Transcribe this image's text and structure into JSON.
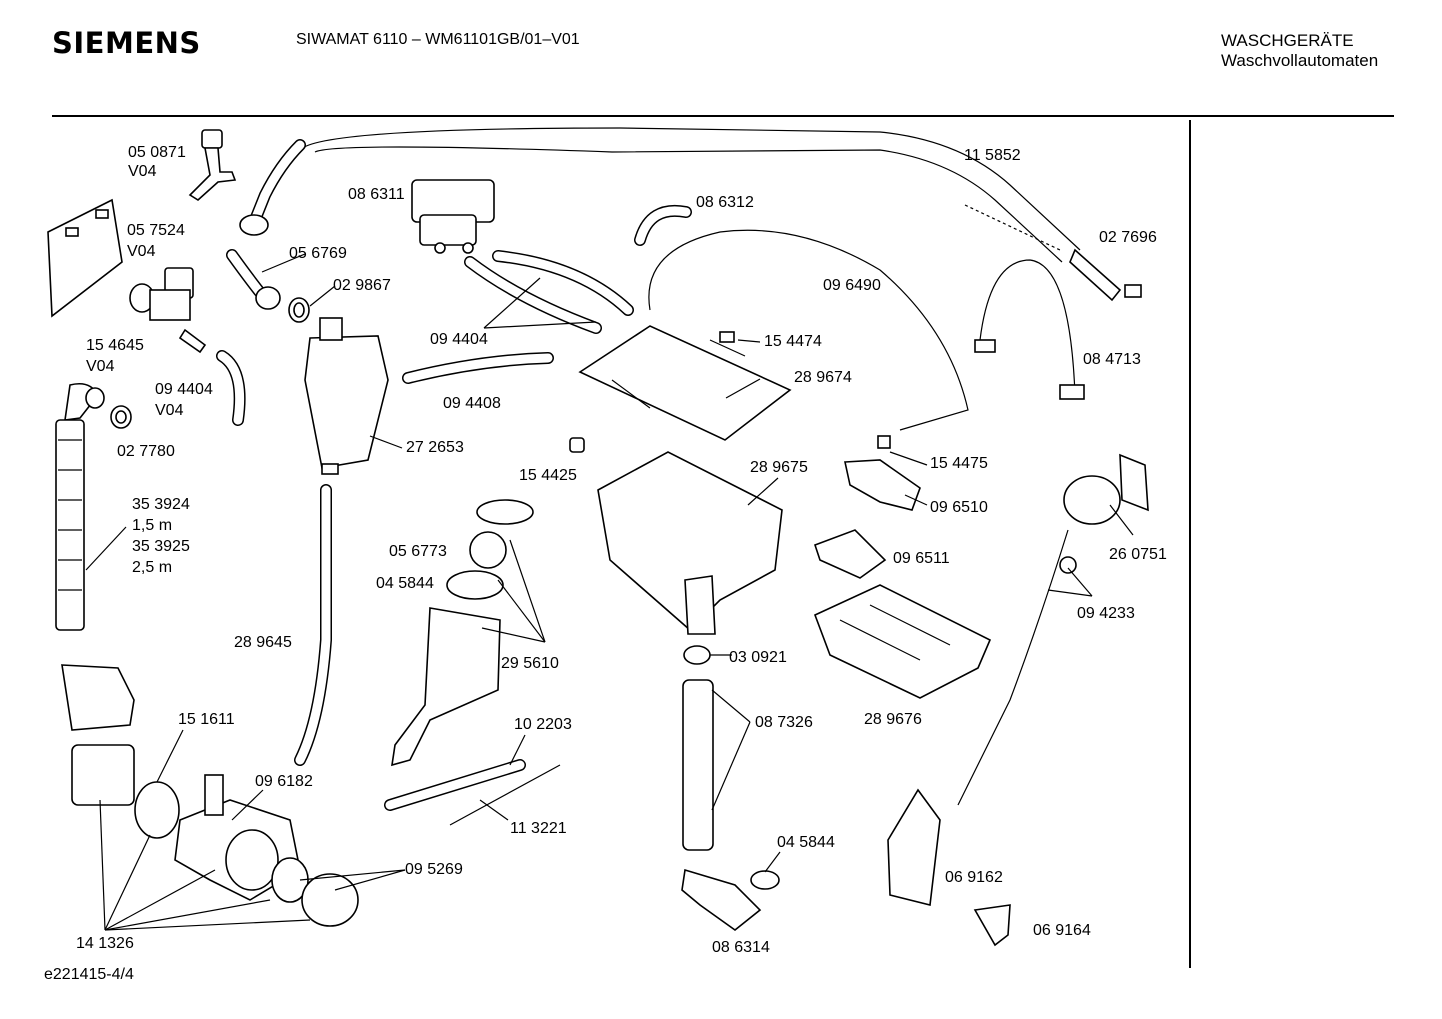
{
  "header": {
    "brand": "SIEMENS",
    "model": "SIWAMAT 6110 – WM61101GB/01–V01",
    "category": "WASCHGERÄTE",
    "subcategory": "Waschvollautomaten"
  },
  "footer": {
    "sheet_id": "e221415-4/4"
  },
  "parts": [
    {
      "id": "p050871",
      "number": "05 0871"
    },
    {
      "id": "p050871v",
      "number": "V04"
    },
    {
      "id": "p057524",
      "number": "05 7524"
    },
    {
      "id": "p057524v",
      "number": "V04"
    },
    {
      "id": "p154645",
      "number": "15 4645"
    },
    {
      "id": "p154645v",
      "number": "V04"
    },
    {
      "id": "p056769",
      "number": "05 6769"
    },
    {
      "id": "p029867",
      "number": "02 9867"
    },
    {
      "id": "p086311",
      "number": "08 6311"
    },
    {
      "id": "p094404a",
      "number": "09 4404"
    },
    {
      "id": "p094404b",
      "number": "09 4404"
    },
    {
      "id": "p094404bv",
      "number": "V04"
    },
    {
      "id": "p027780",
      "number": "02 7780"
    },
    {
      "id": "p353924",
      "number": "35 3924"
    },
    {
      "id": "p353924len",
      "number": "1,5 m"
    },
    {
      "id": "p353925",
      "number": "35 3925"
    },
    {
      "id": "p353925len",
      "number": "2,5 m"
    },
    {
      "id": "p094408",
      "number": "09 4408"
    },
    {
      "id": "p272653",
      "number": "27 2653"
    },
    {
      "id": "p154425",
      "number": "15 4425"
    },
    {
      "id": "p115852",
      "number": "11 5852"
    },
    {
      "id": "p086312",
      "number": "08 6312"
    },
    {
      "id": "p027696",
      "number": "02 7696"
    },
    {
      "id": "p096490",
      "number": "09 6490"
    },
    {
      "id": "p154474",
      "number": "15 4474"
    },
    {
      "id": "p289674",
      "number": "28 9674"
    },
    {
      "id": "p084713",
      "number": "08 4713"
    },
    {
      "id": "p289675",
      "number": "28 9675"
    },
    {
      "id": "p154475",
      "number": "15 4475"
    },
    {
      "id": "p096510",
      "number": "09 6510"
    },
    {
      "id": "p096511",
      "number": "09 6511"
    },
    {
      "id": "p260751",
      "number": "26 0751"
    },
    {
      "id": "p094233",
      "number": "09 4233"
    },
    {
      "id": "p056773",
      "number": "05 6773"
    },
    {
      "id": "p045844a",
      "number": "04 5844"
    },
    {
      "id": "p289645",
      "number": "28 9645"
    },
    {
      "id": "p295610",
      "number": "29 5610"
    },
    {
      "id": "p030921",
      "number": "03 0921"
    },
    {
      "id": "p087326",
      "number": "08 7326"
    },
    {
      "id": "p289676",
      "number": "28 9676"
    },
    {
      "id": "p151611",
      "number": "15 1611"
    },
    {
      "id": "p102203",
      "number": "10 2203"
    },
    {
      "id": "p096182",
      "number": "09 6182"
    },
    {
      "id": "p113221",
      "number": "11 3221"
    },
    {
      "id": "p095269",
      "number": "09 5269"
    },
    {
      "id": "p045844b",
      "number": "04 5844"
    },
    {
      "id": "p069162",
      "number": "06 9162"
    },
    {
      "id": "p069164",
      "number": "06 9164"
    },
    {
      "id": "p141326",
      "number": "14 1326"
    },
    {
      "id": "p086314",
      "number": "08 6314"
    }
  ]
}
